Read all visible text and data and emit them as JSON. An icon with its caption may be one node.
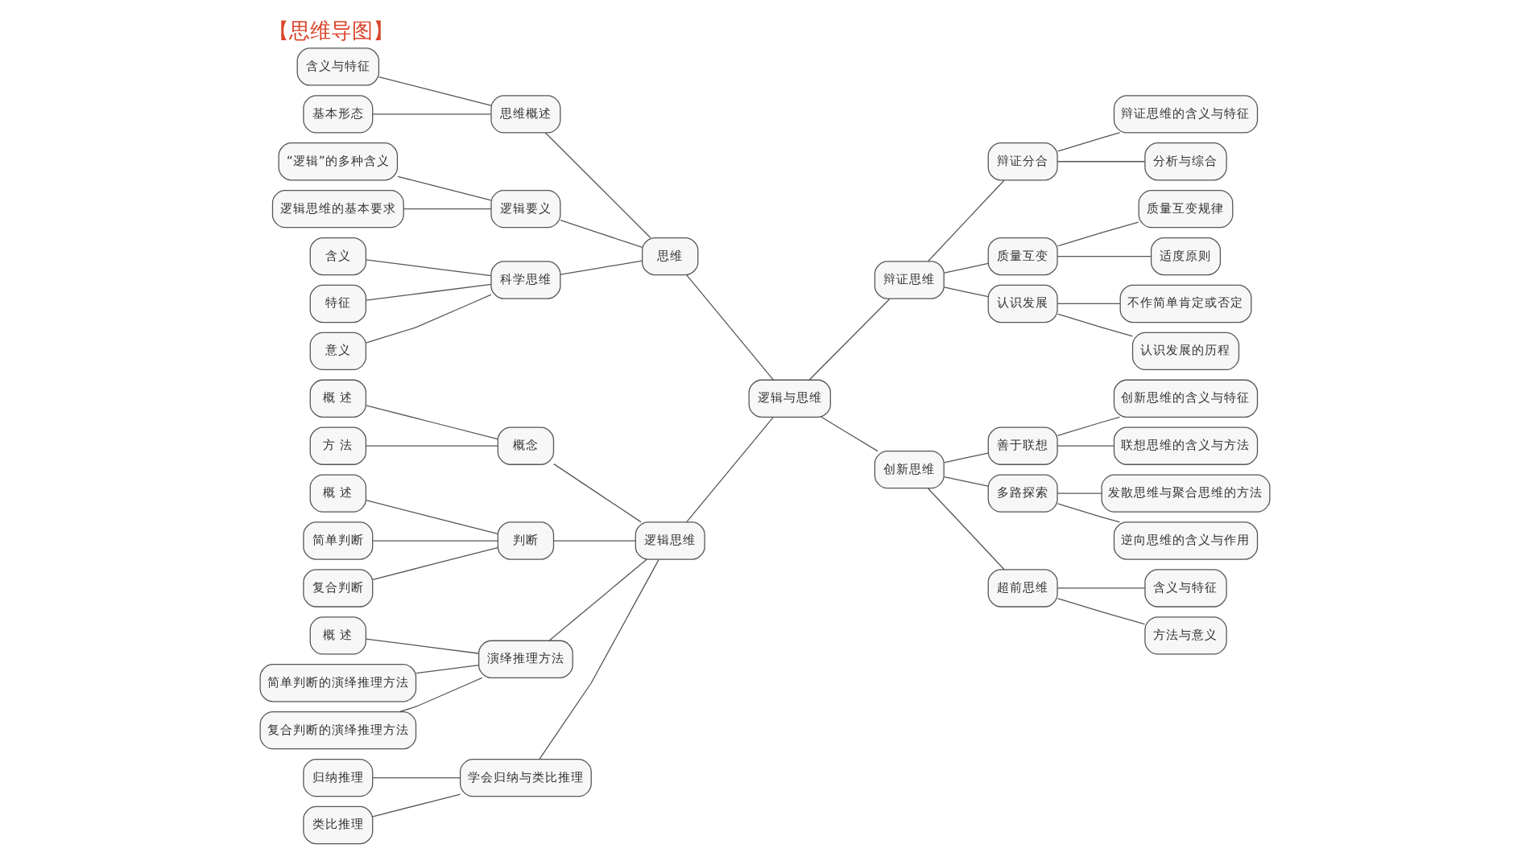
{
  "diagram": {
    "title": "【思维导图】",
    "nodes": [
      {
        "text": [
          "逻辑与思维"
        ]
      },
      {
        "text": [
          "思维"
        ]
      },
      {
        "text": [
          "思维概述"
        ]
      },
      {
        "text": [
          "含义与特征"
        ]
      },
      {
        "text": [
          "基本形态"
        ]
      },
      {
        "text": [
          "逻辑要义"
        ]
      },
      {
        "text": [
          "“逻辑”的多种含义"
        ]
      },
      {
        "text": [
          "逻辑思维的基本要求"
        ]
      },
      {
        "text": [
          "科学思维"
        ]
      },
      {
        "text": [
          "含义"
        ]
      },
      {
        "text": [
          "特征"
        ]
      },
      {
        "text": [
          "意义"
        ]
      },
      {
        "text": [
          "逻辑思维"
        ]
      },
      {
        "text": [
          "概念"
        ]
      },
      {
        "text": [
          "概 述"
        ]
      },
      {
        "text": [
          "方 法"
        ]
      },
      {
        "text": [
          "判断"
        ]
      },
      {
        "text": [
          "概 述"
        ]
      },
      {
        "text": [
          "简单判断"
        ]
      },
      {
        "text": [
          "复合判断"
        ]
      },
      {
        "text": [
          "演绎推理方法"
        ]
      },
      {
        "text": [
          "概 述"
        ]
      },
      {
        "text": [
          "简单判断的演绎推理方法"
        ]
      },
      {
        "text": [
          "复合判断的演绎推理方法"
        ]
      },
      {
        "text": [
          "学会归纳与类比推理"
        ]
      },
      {
        "text": [
          "归纳推理"
        ]
      },
      {
        "text": [
          "类比推理"
        ]
      },
      {
        "text": [
          "辩证思维"
        ]
      },
      {
        "text": [
          "辩证分合"
        ]
      },
      {
        "text": [
          "辩证思维的含义与特征"
        ]
      },
      {
        "text": [
          "分析与综合"
        ]
      },
      {
        "text": [
          "质量互变"
        ]
      },
      {
        "text": [
          "质量互变规律"
        ]
      },
      {
        "text": [
          "适度原则"
        ]
      },
      {
        "text": [
          "认识发展"
        ]
      },
      {
        "text": [
          "不作简单肯定或否定"
        ]
      },
      {
        "text": [
          "认识发展的历程"
        ]
      },
      {
        "text": [
          "创新思维"
        ]
      },
      {
        "text": [
          "善于联想"
        ]
      },
      {
        "text": [
          "创新思维的含义与特征"
        ]
      },
      {
        "text": [
          "联想思维的含义与方法"
        ]
      },
      {
        "text": [
          "多路探索"
        ]
      },
      {
        "text": [
          "发散思维与聚合思维的方法"
        ]
      },
      {
        "text": [
          "逆向思维的含义与作用"
        ]
      },
      {
        "text": [
          "超前思维"
        ]
      },
      {
        "text": [
          "含义与特征"
        ]
      },
      {
        "text": [
          "方法与意义"
        ]
      }
    ],
    "edges": [
      {
        "from": 1,
        "to": 0,
        "arrow": "none"
      },
      {
        "from": 2,
        "to": 1,
        "arrow": "none"
      },
      {
        "from": 5,
        "to": 1,
        "arrow": "none"
      },
      {
        "from": 8,
        "to": 1,
        "arrow": "none"
      },
      {
        "from": 3,
        "to": 2,
        "arrow": "none"
      },
      {
        "from": 4,
        "to": 2,
        "arrow": "none"
      },
      {
        "from": 6,
        "to": 5,
        "arrow": "none"
      },
      {
        "from": 7,
        "to": 5,
        "arrow": "none"
      },
      {
        "from": 9,
        "to": 8,
        "arrow": "none"
      },
      {
        "from": 10,
        "to": 8,
        "arrow": "none"
      },
      {
        "from": 11,
        "to": 8,
        "arrow": "none"
      },
      {
        "from": 12,
        "to": 0,
        "arrow": "none"
      },
      {
        "from": 13,
        "to": 12,
        "arrow": "none"
      },
      {
        "from": 16,
        "to": 12,
        "arrow": "none"
      },
      {
        "from": 20,
        "to": 12,
        "arrow": "none"
      },
      {
        "from": 24,
        "to": 12,
        "arrow": "none"
      },
      {
        "from": 14,
        "to": 13,
        "arrow": "none"
      },
      {
        "from": 15,
        "to": 13,
        "arrow": "none"
      },
      {
        "from": 17,
        "to": 16,
        "arrow": "none"
      },
      {
        "from": 18,
        "to": 16,
        "arrow": "none"
      },
      {
        "from": 19,
        "to": 16,
        "arrow": "none"
      },
      {
        "from": 21,
        "to": 20,
        "arrow": "none"
      },
      {
        "from": 22,
        "to": 20,
        "arrow": "none"
      },
      {
        "from": 23,
        "to": 20,
        "arrow": "none"
      },
      {
        "from": 25,
        "to": 24,
        "arrow": "none"
      },
      {
        "from": 26,
        "to": 24,
        "arrow": "none"
      },
      {
        "from": 0,
        "to": 27,
        "arrow": "none"
      },
      {
        "from": 27,
        "to": 28,
        "arrow": "none"
      },
      {
        "from": 27,
        "to": 31,
        "arrow": "none"
      },
      {
        "from": 27,
        "to": 34,
        "arrow": "none"
      },
      {
        "from": 28,
        "to": 29,
        "arrow": "none"
      },
      {
        "from": 28,
        "to": 30,
        "arrow": "none"
      },
      {
        "from": 31,
        "to": 32,
        "arrow": "none"
      },
      {
        "from": 31,
        "to": 33,
        "arrow": "none"
      },
      {
        "from": 34,
        "to": 35,
        "arrow": "none"
      },
      {
        "from": 34,
        "to": 36,
        "arrow": "none"
      },
      {
        "from": 0,
        "to": 37,
        "arrow": "none"
      },
      {
        "from": 37,
        "to": 38,
        "arrow": "none"
      },
      {
        "from": 37,
        "to": 41,
        "arrow": "none"
      },
      {
        "from": 37,
        "to": 44,
        "arrow": "none"
      },
      {
        "from": 38,
        "to": 39,
        "arrow": "none"
      },
      {
        "from": 38,
        "to": 40,
        "arrow": "none"
      },
      {
        "from": 41,
        "to": 42,
        "arrow": "none"
      },
      {
        "from": 41,
        "to": 43,
        "arrow": "none"
      },
      {
        "from": 44,
        "to": 45,
        "arrow": "none"
      },
      {
        "from": 44,
        "to": 46,
        "arrow": "none"
      }
    ]
  }
}
